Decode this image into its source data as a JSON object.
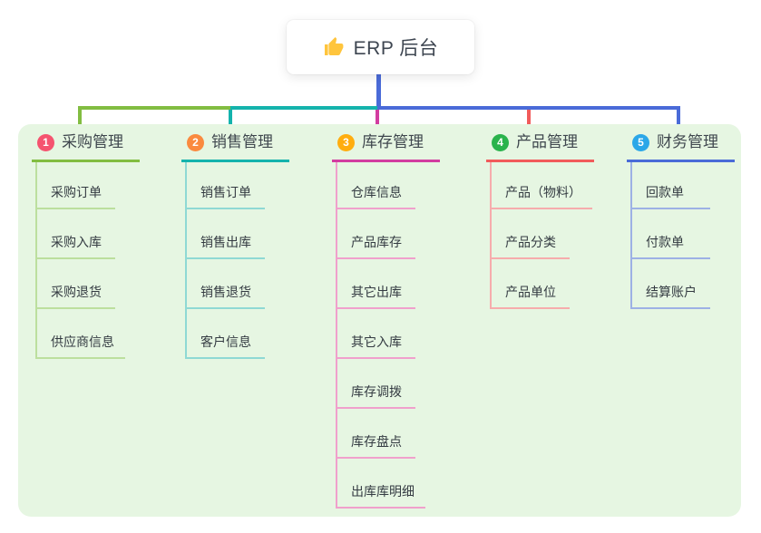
{
  "root": {
    "label": "ERP 后台",
    "icon": "thumbs-up-icon",
    "icon_color": "#FFC53D"
  },
  "branches": [
    {
      "index": "1",
      "label": "采购管理",
      "badge_color": "#F5536F",
      "line_color": "#82BD41",
      "light_color": "#BCDF9E",
      "children": [
        "采购订单",
        "采购入库",
        "采购退货",
        "供应商信息"
      ]
    },
    {
      "index": "2",
      "label": "销售管理",
      "badge_color": "#FA8A3F",
      "line_color": "#14B3AC",
      "light_color": "#8FD9D4",
      "children": [
        "销售订单",
        "销售出库",
        "销售退货",
        "客户信息"
      ]
    },
    {
      "index": "3",
      "label": "库存管理",
      "badge_color": "#FFAD0F",
      "line_color": "#D23DA0",
      "light_color": "#F0A0CC",
      "children": [
        "仓库信息",
        "产品库存",
        "其它出库",
        "其它入库",
        "库存调拨",
        "库存盘点",
        "出库库明细"
      ]
    },
    {
      "index": "4",
      "label": "产品管理",
      "badge_color": "#2AB34C",
      "line_color": "#F15B5B",
      "light_color": "#F6ACAC",
      "children": [
        "产品（物料）",
        "产品分类",
        "产品单位"
      ]
    },
    {
      "index": "5",
      "label": "财务管理",
      "badge_color": "#2BA7E8",
      "line_color": "#4A6BD8",
      "light_color": "#9DB1E5",
      "children": [
        "回款单",
        "付款单",
        "结算账户"
      ]
    }
  ],
  "colors": {
    "canvas_bg": "#ffffff",
    "container_bg": "#E6F6E2",
    "stem": "#4A6BD8",
    "root_text": "#3E4651",
    "title_text": "#3F474E",
    "child_text": "#343B42"
  }
}
